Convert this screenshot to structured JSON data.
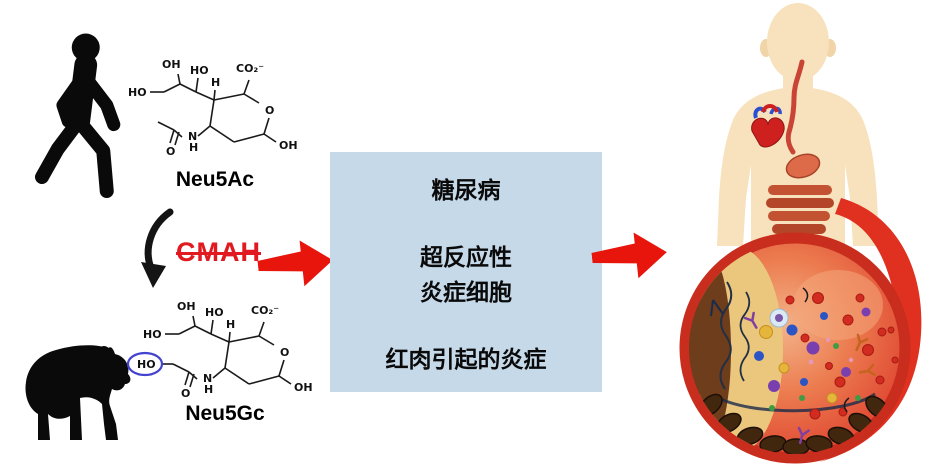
{
  "colors": {
    "box_bg": "#c6d9e9",
    "arrow_red": "#e8150d",
    "cmah_red": "#e01a20",
    "highlight_blue": "#4343cf",
    "skin": "#f7e2bd",
    "tissue_rim_red": "#c92d1e",
    "vessel_wall_tan": "#eac77d",
    "vessel_wall_brown": "#6e3d1c"
  },
  "left_panel": {
    "human_icon": "walking-human-silhouette",
    "chimp_icon": "chimpanzee-silhouette",
    "down_arrow_icon": "curved-down-arrow",
    "enzyme": {
      "label": "CMAH",
      "strikethrough": true
    },
    "neu5ac": {
      "name": "Neu5Ac",
      "atoms": {
        "ho_left": "HO",
        "oh_top": "OH",
        "ho_top": "HO",
        "h_ring": "H",
        "co2": "CO₂⁻",
        "ring_o": "O",
        "oh_right": "OH",
        "n": "N",
        "nh": "H",
        "carbonyl_o": "O"
      }
    },
    "neu5gc": {
      "name": "Neu5Gc",
      "atoms": {
        "ho_left": "HO",
        "oh_top": "OH",
        "ho_top": "HO",
        "h_ring": "H",
        "co2": "CO₂⁻",
        "ring_o": "O",
        "oh_right": "OH",
        "n": "N",
        "nh": "H",
        "carbonyl_o": "O",
        "glycolyl_ho": "HO"
      }
    }
  },
  "center_box": {
    "lines": [
      "糖尿病",
      "超反应性",
      "炎症细胞",
      "红肉引起的炎症"
    ]
  },
  "flow": {
    "arrow_left_icon": "red-right-arrow",
    "arrow_right_icon": "red-right-arrow"
  },
  "right_panel": {
    "figure_icon": "human-body-with-organs-and-inflamed-tissue-zoom"
  }
}
